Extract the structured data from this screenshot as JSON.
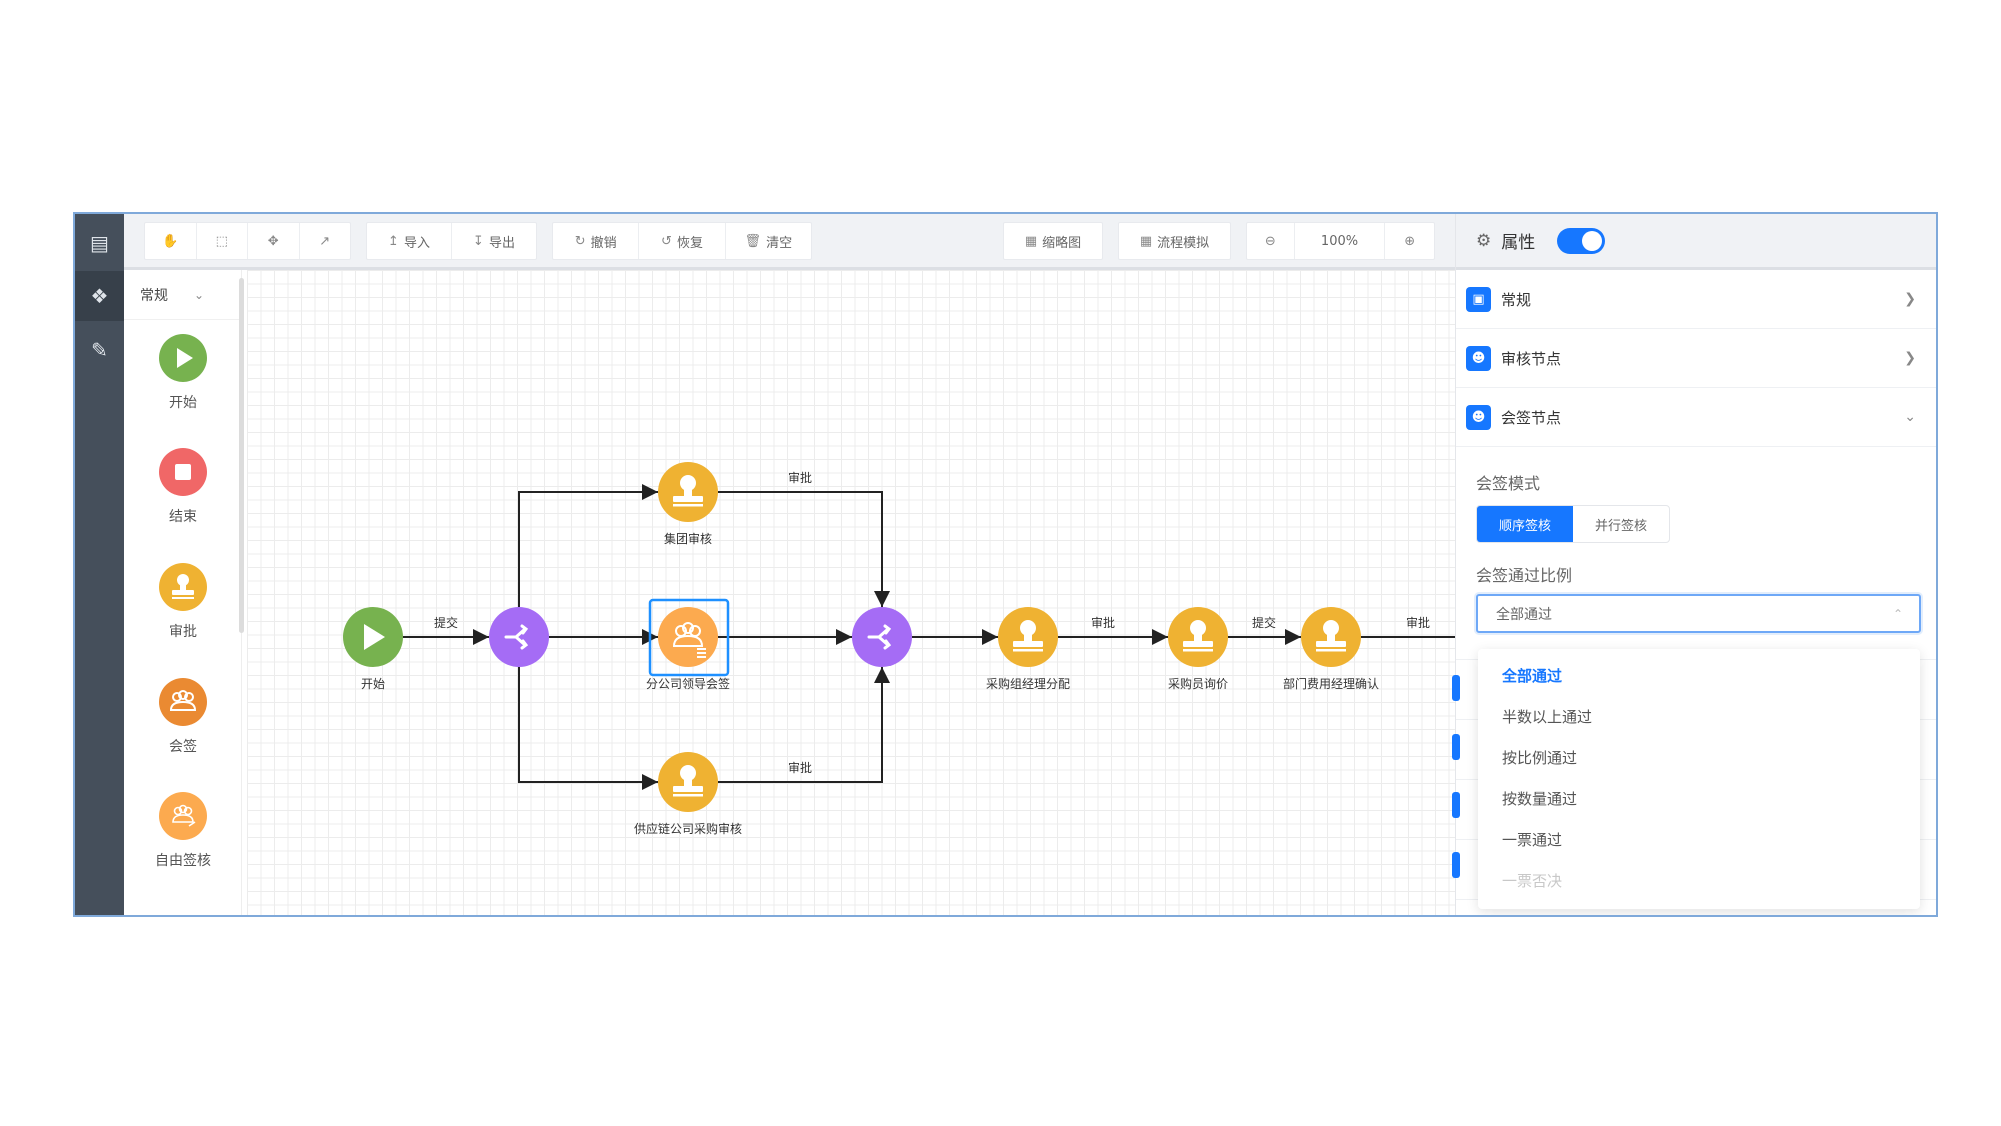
{
  "rail": {
    "items": [
      {
        "icon": "document-icon"
      },
      {
        "icon": "nodes-icon",
        "active": true
      },
      {
        "icon": "pen-icon"
      }
    ]
  },
  "toolbar": {
    "tools": [
      "hand-icon",
      "select-icon",
      "move-icon",
      "connect-icon"
    ],
    "import": "导入",
    "export": "导出",
    "undo": "撤销",
    "redo": "恢复",
    "clear": "清空",
    "minimap": "缩略图",
    "simulate": "流程模拟",
    "zoom": "100%"
  },
  "palette": {
    "category": "常规",
    "items": [
      {
        "label": "开始",
        "color": "#77b24f"
      },
      {
        "label": "结束",
        "color": "#f06767"
      },
      {
        "label": "审批",
        "color": "#efb232"
      },
      {
        "label": "会签",
        "color": "#ea8a32"
      },
      {
        "label": "自由签核",
        "color": "#fcaa4f"
      }
    ]
  },
  "flow": {
    "nodes": {
      "start": "开始",
      "group_review": "集团审核",
      "branch_countersign": "分公司领导会签",
      "supply_review": "供应链公司采购审核",
      "purchase_manager": "采购组经理分配",
      "purchaser": "采购员询价",
      "dept_manager": "部门费用经理确认"
    },
    "edges": {
      "submit": "提交",
      "approve": "审批"
    },
    "colors": {
      "start": "#77b24f",
      "gateway": "#a56cf5",
      "approval": "#efb232",
      "countersign": "#fcaa4f",
      "selection": "#1e90ff"
    }
  },
  "panel": {
    "title": "属性",
    "toggle_on": true,
    "sections": [
      "常规",
      "审核节点",
      "会签节点"
    ],
    "mode_label": "会签模式",
    "modes": [
      "顺序签核",
      "并行签核"
    ],
    "selected_mode": "顺序签核",
    "ratio_label": "会签通过比例",
    "ratio_value": "全部通过",
    "ratio_options": [
      "全部通过",
      "半数以上通过",
      "按比例通过",
      "按数量通过",
      "一票通过",
      "一票否决"
    ]
  },
  "accent": "#1677ff"
}
